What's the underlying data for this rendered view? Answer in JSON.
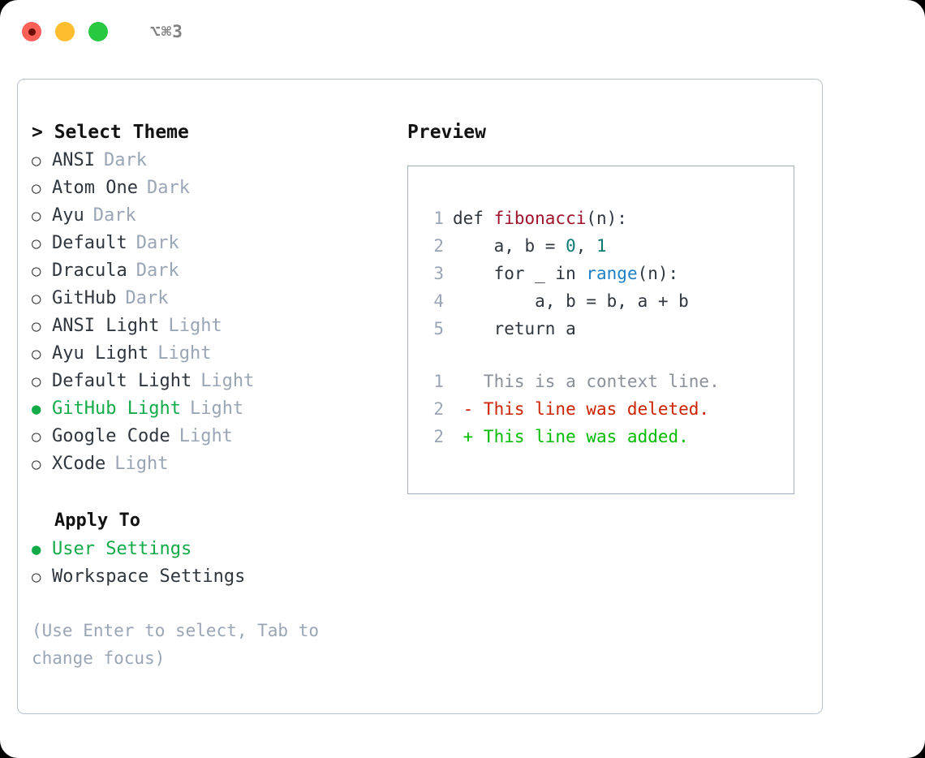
{
  "titlebar": {
    "shortcut": "⌥⌘3",
    "lights": [
      {
        "name": "close",
        "color": "#fb6058"
      },
      {
        "name": "minimize",
        "color": "#fdbd2e"
      },
      {
        "name": "maximize",
        "color": "#28c840"
      }
    ]
  },
  "theme_panel": {
    "heading": "> Select Theme",
    "themes": [
      {
        "marker": "○",
        "name": "ANSI",
        "category": "Dark",
        "selected": false
      },
      {
        "marker": "○",
        "name": "Atom One",
        "category": "Dark",
        "selected": false
      },
      {
        "marker": "○",
        "name": "Ayu",
        "category": "Dark",
        "selected": false
      },
      {
        "marker": "○",
        "name": "Default",
        "category": "Dark",
        "selected": false
      },
      {
        "marker": "○",
        "name": "Dracula",
        "category": "Dark",
        "selected": false
      },
      {
        "marker": "○",
        "name": "GitHub",
        "category": "Dark",
        "selected": false
      },
      {
        "marker": "○",
        "name": "ANSI Light",
        "category": "Light",
        "selected": false
      },
      {
        "marker": "○",
        "name": "Ayu Light",
        "category": "Light",
        "selected": false
      },
      {
        "marker": "○",
        "name": "Default Light",
        "category": "Light",
        "selected": false
      },
      {
        "marker": "●",
        "name": "GitHub Light",
        "category": "Light",
        "selected": true
      },
      {
        "marker": "○",
        "name": "Google Code",
        "category": "Light",
        "selected": false
      },
      {
        "marker": "○",
        "name": "XCode",
        "category": "Light",
        "selected": false
      }
    ],
    "apply_to": {
      "heading": "Apply To",
      "options": [
        {
          "marker": "●",
          "label": "User Settings",
          "selected": true
        },
        {
          "marker": "○",
          "label": "Workspace Settings",
          "selected": false
        }
      ]
    },
    "hint": "(Use Enter to select, Tab to change focus)",
    "selected_color": "#12ab48",
    "muted_color": "#9aa5b5"
  },
  "preview_panel": {
    "heading": "Preview",
    "code_lines": [
      {
        "num": "1",
        "tokens": [
          {
            "t": "def ",
            "c": "plain"
          },
          {
            "t": "fibonacci",
            "c": "fn"
          },
          {
            "t": "(n):",
            "c": "plain"
          }
        ]
      },
      {
        "num": "2",
        "tokens": [
          {
            "t": "    a, b = ",
            "c": "plain"
          },
          {
            "t": "0",
            "c": "num"
          },
          {
            "t": ", ",
            "c": "plain"
          },
          {
            "t": "1",
            "c": "num"
          }
        ]
      },
      {
        "num": "3",
        "tokens": [
          {
            "t": "    for _ in ",
            "c": "plain"
          },
          {
            "t": "range",
            "c": "built"
          },
          {
            "t": "(n):",
            "c": "plain"
          }
        ]
      },
      {
        "num": "4",
        "tokens": [
          {
            "t": "        a, b = b, a + b",
            "c": "plain"
          }
        ]
      },
      {
        "num": "5",
        "tokens": [
          {
            "t": "    return a",
            "c": "plain"
          }
        ]
      }
    ],
    "diff_lines": [
      {
        "num": "1",
        "text": "   This is a context line.",
        "kind": "ctx"
      },
      {
        "num": "2",
        "text": " - This line was deleted.",
        "kind": "del"
      },
      {
        "num": "2",
        "text": " + This line was added.",
        "kind": "add"
      }
    ],
    "colors": {
      "function": "#a0122a",
      "number": "#0a7a72",
      "builtin": "#1f7fc4",
      "context": "#8a9099",
      "deleted": "#cc2200",
      "added": "#00bb00",
      "line_number": "#9aa5b5"
    }
  }
}
